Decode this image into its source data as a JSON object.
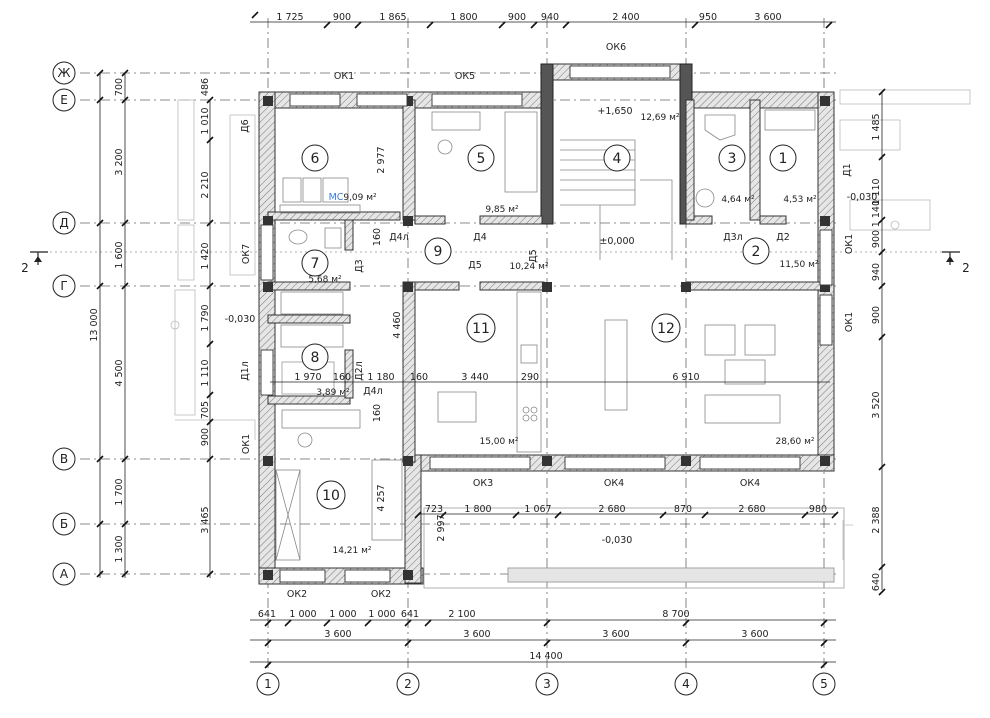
{
  "axes_vertical": [
    {
      "label": "1"
    },
    {
      "label": "2"
    },
    {
      "label": "3"
    },
    {
      "label": "4"
    },
    {
      "label": "5"
    }
  ],
  "axes_horizontal": [
    {
      "label": "Ж"
    },
    {
      "label": "Е"
    },
    {
      "label": "Д"
    },
    {
      "label": "Г"
    },
    {
      "label": "В"
    },
    {
      "label": "Б"
    },
    {
      "label": "А"
    }
  ],
  "section_label": "2",
  "dims_top": [
    "1 725",
    "900",
    "1 865",
    "1 800",
    "900",
    "940",
    "2 400",
    "950",
    "3 600"
  ],
  "dims_bottom_row1": [
    "641",
    "1 000",
    "1 000",
    "1 000",
    "641",
    "2 100",
    "8 700"
  ],
  "dims_bottom_row2": [
    "3 600",
    "3 600",
    "3 600",
    "3 600"
  ],
  "dims_bottom_total": "14 400",
  "dims_left_row1": [
    "486",
    "1 010",
    "2 210",
    "1 420",
    "1 790",
    "1 110",
    "705",
    "900"
  ],
  "dims_left_row2": [
    "700",
    "3 200",
    "1 600",
    "4 500",
    "1 700",
    "1 300"
  ],
  "dims_left_total": "13 000",
  "dims_left_extra": "3 465",
  "dims_right": [
    "1 485",
    "1 110",
    "1 140",
    "900",
    "940",
    "900",
    "3 520",
    "2 388",
    "640"
  ],
  "dims_porch": [
    "723",
    "1 800",
    "1 067",
    "2 680",
    "870",
    "2 680",
    "980"
  ],
  "dims_inner": {
    "room6_h": "2 977",
    "corridor_h": "4 460",
    "room10_h": "4 257",
    "porch_h": "2 997",
    "row_1970": "1 970",
    "row_160a": "160",
    "row_1180": "1 180",
    "row_160b": "160",
    "row_3440": "3 440",
    "row_290": "290",
    "row_6910": "6 910",
    "d160_1": "160",
    "d160_2": "160"
  },
  "rooms": [
    {
      "number": "1",
      "area": "4,53 м²"
    },
    {
      "number": "2",
      "area": "11,50 м²"
    },
    {
      "number": "3",
      "area": "4,64 м²"
    },
    {
      "number": "4",
      "area": "12,69 м²"
    },
    {
      "number": "5",
      "area": "9,85 м²"
    },
    {
      "number": "6",
      "area": "9,09 м²"
    },
    {
      "number": "7",
      "area": "5,68 м²"
    },
    {
      "number": "8",
      "area": "3,89 м²"
    },
    {
      "number": "9",
      "area": "10,24 м²"
    },
    {
      "number": "10",
      "area": "14,21 м²"
    },
    {
      "number": "11",
      "area": "15,00 м²"
    },
    {
      "number": "12",
      "area": "28,60 м²"
    }
  ],
  "levels": {
    "stair": "+1,650",
    "main": "±0,000",
    "entry_left": "-0,030",
    "entry_right": "-0,030",
    "porch": "-0,030"
  },
  "doors": [
    "Д6",
    "Д4л",
    "Д4",
    "Д5",
    "Д5",
    "Д3",
    "Д3л",
    "Д2",
    "Д1",
    "Д1л",
    "Д2л",
    "Д4л"
  ],
  "windows": [
    "ОК1",
    "ОК5",
    "ОК6",
    "ОК7",
    "ОК1",
    "ОК1",
    "ОК1",
    "ОК3",
    "ОК4",
    "ОК4",
    "ОК2",
    "ОК2"
  ],
  "mc_label": "МС"
}
